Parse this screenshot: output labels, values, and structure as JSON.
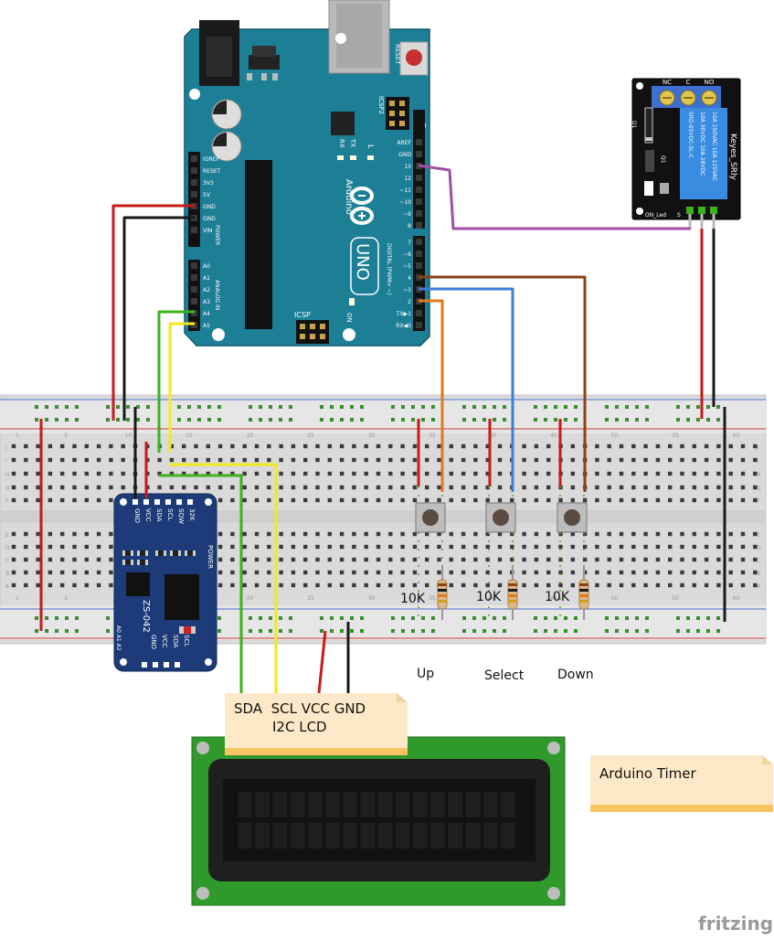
{
  "arduino": {
    "brand": "Arduino",
    "model": "UNO",
    "reset": "RESET",
    "icsp2": "ICSP2",
    "icsp": "ICSP",
    "tx": "TX",
    "rx": "RX",
    "l": "L",
    "on": "ON",
    "digital": "DIGITAL (PWM= ~)",
    "power": "POWER",
    "analog": "ANALOG IN",
    "left_pins": [
      "IOREF",
      "RESET",
      "3V3",
      "5V",
      "GND",
      "GND",
      "VIN"
    ],
    "analog_pins": [
      "A0",
      "A1",
      "A2",
      "A3",
      "A4",
      "A5"
    ],
    "top_right_pins": [
      "AREF",
      "GND",
      "13",
      "12",
      "~11",
      "~10",
      "~9",
      "8"
    ],
    "bottom_right_pins": [
      "7",
      "~6",
      "~5",
      "4",
      "~3",
      "2",
      "TX▶1",
      "RX◀0"
    ]
  },
  "relay": {
    "name": "Keyes_SRly",
    "terminals": [
      "NC",
      "C",
      "NO"
    ],
    "relay_text": [
      "10A 250VAC  10A 125VAC",
      "10A 30VDC  10A 28VDC",
      "SRD-05VDC-SL-C"
    ],
    "q1": "Q1",
    "d1": "D1",
    "led": "ON_Led",
    "s": "S"
  },
  "rtc": {
    "name": "ZS-042",
    "top_pins": [
      "32K",
      "SQW",
      "SCL",
      "SDA",
      "VCC",
      "GND"
    ],
    "bottom_pins": [
      "SCL",
      "SDA",
      "VCC",
      "GND"
    ],
    "address": "A0 A1 A2",
    "power": "POWER"
  },
  "breadboard": {
    "col_numbers_top": [
      "1",
      "5",
      "10",
      "15",
      "20",
      "25",
      "30",
      "35",
      "40",
      "45",
      "50",
      "55",
      "60"
    ],
    "col_numbers_bottom": [
      "1",
      "5",
      "10",
      "15",
      "20",
      "25",
      "30",
      "35",
      "40",
      "45",
      "50",
      "55",
      "60"
    ],
    "rows_top": [
      "J",
      "I",
      "H",
      "G",
      "F"
    ],
    "rows_bottom": [
      "E",
      "D",
      "C",
      "B",
      "A"
    ]
  },
  "resistors": [
    "10K",
    "10K",
    "10K"
  ],
  "buttons": [
    "Up",
    "Select",
    "Down"
  ],
  "lcd_note": {
    "line1": "SDA  SCL VCC GND",
    "line2": "I2C LCD"
  },
  "title_note": "Arduino Timer",
  "watermark": "fritzing",
  "colors": {
    "board": "#1d7f96",
    "red": "#c81a1a",
    "black": "#1a1a1a",
    "green": "#3cb21c",
    "yellow": "#f2ea1c",
    "orange": "#e07a1e",
    "blue": "#3c7ed8",
    "brown": "#8a4216",
    "purple": "#a14fa3",
    "note": "#fde9c7"
  }
}
